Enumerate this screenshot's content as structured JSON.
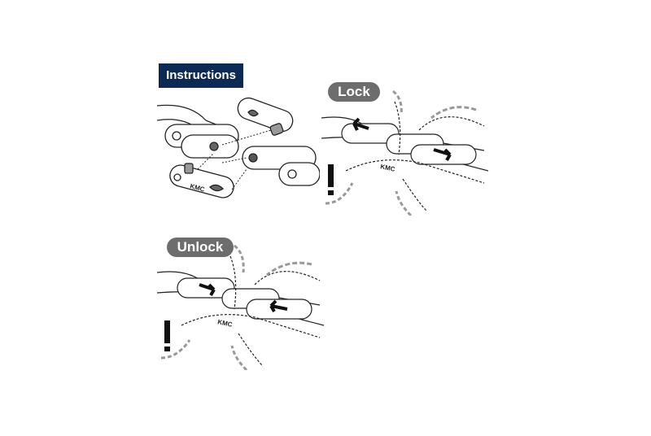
{
  "header": {
    "title": "Instructions"
  },
  "panels": [
    {
      "name": "assembly",
      "brand": "KMC"
    },
    {
      "name": "lock",
      "label": "Lock",
      "brand": "KMC"
    },
    {
      "name": "unlock",
      "label": "Unlock",
      "brand": "KMC"
    }
  ],
  "colors": {
    "badge": "#0d2a55",
    "pill": "#6d6d6d",
    "arrow": "#999999"
  }
}
